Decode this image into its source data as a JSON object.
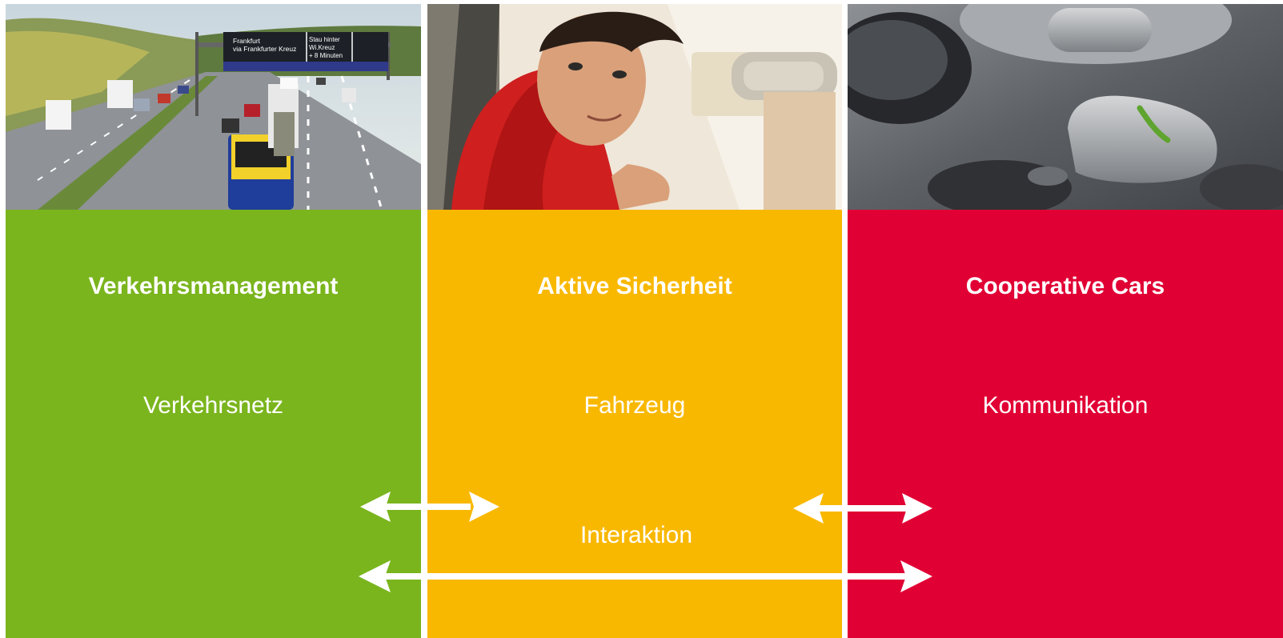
{
  "theme": {
    "green": "#7ab51d",
    "yellow": "#f9b800",
    "red": "#e10034",
    "arrow": "#ffffff"
  },
  "columns": [
    {
      "id": "traffic",
      "title": "Verkehrsmanagement",
      "subtitle": "Verkehrsnetz",
      "color": "#7ab51d",
      "photo": {
        "subject": "highway-with-overhead-sign",
        "sign_left_line1": "Frankfurt",
        "sign_left_line2": "via Frankfurter Kreuz",
        "sign_right_line1": "Stau hinter",
        "sign_right_line2": "Wi.Kreuz",
        "sign_right_line3": "+ 8 Minuten"
      }
    },
    {
      "id": "safety",
      "title": "Aktive Sicherheit",
      "subtitle": "Fahrzeug",
      "color": "#f9b800",
      "photo": {
        "subject": "driver-in-car"
      }
    },
    {
      "id": "cooperative",
      "title": "Cooperative Cars",
      "subtitle": "Kommunikation",
      "color": "#e10034",
      "photo": {
        "subject": "phone-keypad-call-button"
      }
    }
  ],
  "interaction": {
    "label": "Interaktion",
    "arrows": [
      {
        "from": "Verkehrsmanagement",
        "to": "Aktive Sicherheit",
        "type": "double-arrow"
      },
      {
        "from": "Aktive Sicherheit",
        "to": "Cooperative Cars",
        "type": "double-arrow"
      },
      {
        "from": "Verkehrsmanagement",
        "to": "Cooperative Cars",
        "type": "double-arrow"
      }
    ]
  }
}
